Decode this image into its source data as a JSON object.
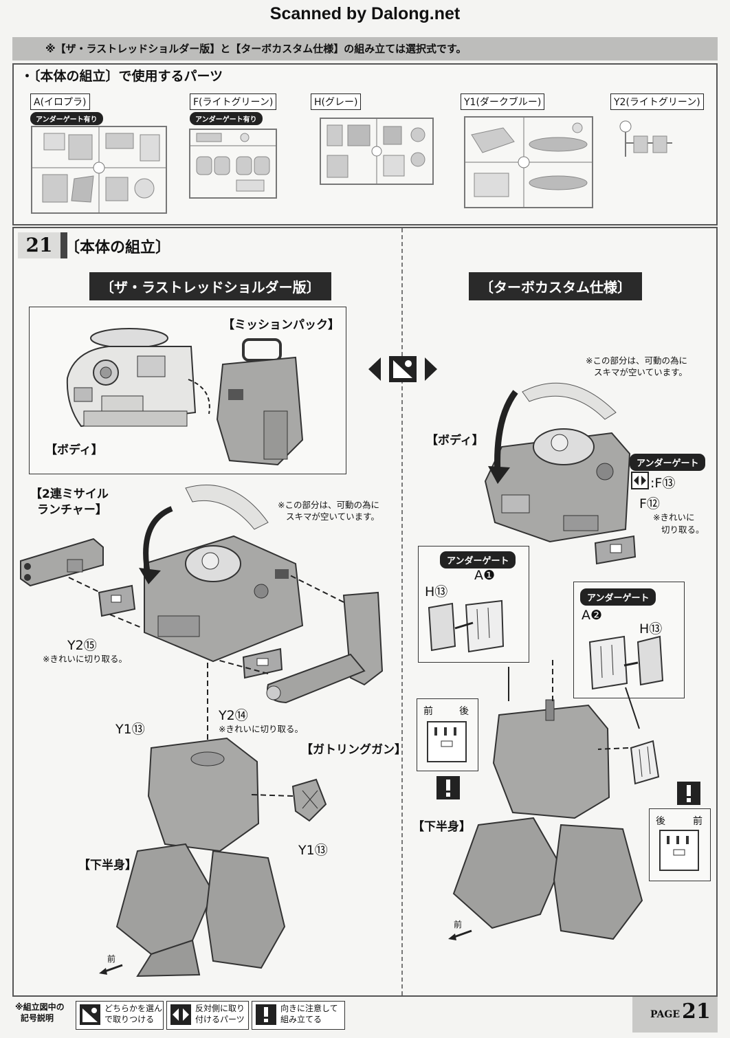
{
  "header": {
    "scan_credit": "Scanned by Dalong.net",
    "banner_text": "※【ザ・ラストレッドショルダー版】と【ターボカスタム仕様】の組み立ては選択式です。"
  },
  "parts_section": {
    "heading": "・〔本体の組立〕で使用するパーツ",
    "runners": [
      {
        "label": "A(イロプラ)",
        "badge": "アンダーゲート有り"
      },
      {
        "label": "F(ライトグリーン)",
        "badge": "アンダーゲート有り"
      },
      {
        "label": "H(グレー)",
        "badge": ""
      },
      {
        "label": "Y1(ダークブルー)",
        "badge": ""
      },
      {
        "label": "Y2(ライトグリーン)",
        "badge": ""
      }
    ]
  },
  "step": {
    "number": "21",
    "title": "〔本体の組立〕"
  },
  "left": {
    "version_title": "〔ザ・ラストレッドショルダー版〕",
    "mission_pack": "【ミッションパック】",
    "body": "【ボディ】",
    "missile_launcher_line1": "【2連ミサイル",
    "missile_launcher_line2": "ランチャー】",
    "gap_note_line1": "※この部分は、可動の為に",
    "gap_note_line2": "スキマが空いています。",
    "y2_15": "Y2⑮",
    "clean_cut_1": "※きれいに切り取る。",
    "y2_14": "Y2⑭",
    "clean_cut_2": "※きれいに切り取る。",
    "y1_13_top": "Y1⑬",
    "gatling": "【ガトリングガン】",
    "y1_13_side": "Y1⑬",
    "lower_body": "【下半身】",
    "front": "前"
  },
  "right": {
    "version_title": "〔ターボカスタム仕様〕",
    "gap_note_line1": "※この部分は、可動の為に",
    "gap_note_line2": "スキマが空いています。",
    "body": "【ボディ】",
    "under_gate": "アンダーゲート",
    "mirror_f13": ":F⑬",
    "f12": "F⑫",
    "clean_cut_line1": "※きれいに",
    "clean_cut_line2": "切り取る。",
    "box1_badge": "アンダーゲート",
    "box1_a1": "A❶",
    "box1_h13": "H⑬",
    "box2_badge": "アンダーゲート",
    "box2_a2": "A❷",
    "box2_h13": "H⑬",
    "orient1_front": "前",
    "orient1_back": "後",
    "orient2_back": "後",
    "orient2_front": "前",
    "lower_body": "【下半身】",
    "front": "前"
  },
  "legend": {
    "title_line1": "※組立図中の",
    "title_line2": "記号説明",
    "item1_line1": "どちらかを選ん",
    "item1_line2": "で取りつける",
    "item2_line1": "反対側に取り",
    "item2_line2": "付けるパーツ",
    "item3_line1": "向きに注意して",
    "item3_line2": "組み立てる"
  },
  "page": {
    "label": "PAGE",
    "number": "21"
  }
}
